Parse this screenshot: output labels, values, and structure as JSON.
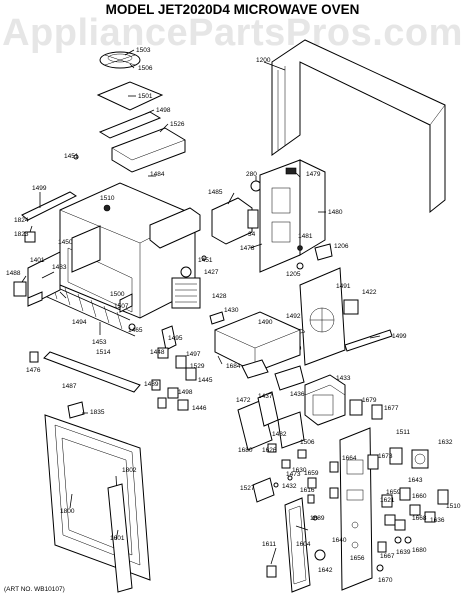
{
  "watermark": "AppliancePartsPros.com",
  "title": "MODEL JET2020D4  MICROWAVE OVEN",
  "art_no": "(ART NO. WB10107)",
  "part_labels": [
    "1503",
    "1506",
    "1501",
    "1498",
    "1526",
    "1451",
    "1484",
    "1200",
    "1499",
    "1510",
    "1824",
    "1823",
    "1450",
    "1401",
    "1488",
    "1483",
    "1451",
    "1500",
    "1507",
    "1427",
    "1428",
    "1465",
    "1494",
    "1453",
    "1514",
    "280",
    "1485",
    "34",
    "1479",
    "1480",
    "1478",
    "1481",
    "1206",
    "1205",
    "1491",
    "1422",
    "1430",
    "1490",
    "1492",
    "1499",
    "1495",
    "1448",
    "1497",
    "1529",
    "1445",
    "1489",
    "1498",
    "1446",
    "1684",
    "1436",
    "1433",
    "1476",
    "1487",
    "1472",
    "1437",
    "1679",
    "1677",
    "1835",
    "1680",
    "1482",
    "1626",
    "1506",
    "1473",
    "1673",
    "1511",
    "1632",
    "1527",
    "1432",
    "1630",
    "1659",
    "1616",
    "1664",
    "1643",
    "1659",
    "1510",
    "1660",
    "1636",
    "1621",
    "1668",
    "1802",
    "1800",
    "1604",
    "1689",
    "1640",
    "1667",
    "1639",
    "1680",
    "1601",
    "1611",
    "1642",
    "1670",
    "1656"
  ]
}
